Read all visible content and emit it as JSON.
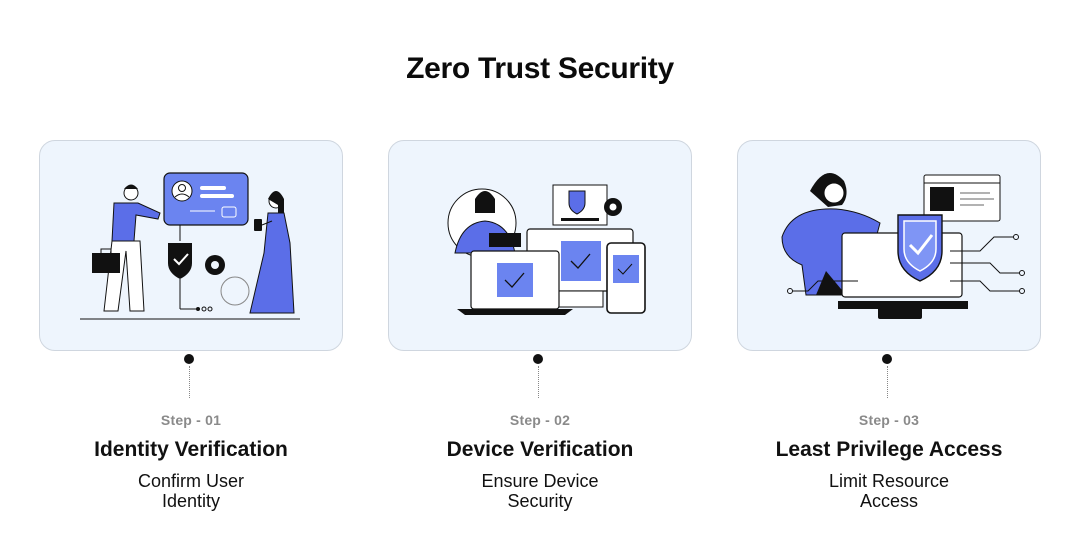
{
  "title": "Zero Trust Security",
  "colors": {
    "accent": "#5b6ee8",
    "card_bg": "#eef5fd",
    "ink": "#111111",
    "muted": "#8a8a8a"
  },
  "steps": [
    {
      "label": "Step - 01",
      "title": "Identity Verification",
      "desc": "Confirm User Identity",
      "illustration": "identity-verification-illustration"
    },
    {
      "label": "Step - 02",
      "title": "Device Verification",
      "desc": "Ensure Device Security",
      "illustration": "device-verification-illustration"
    },
    {
      "label": "Step - 03",
      "title": "Least Privilege Access",
      "desc": "Limit Resource Access",
      "illustration": "least-privilege-illustration"
    }
  ]
}
